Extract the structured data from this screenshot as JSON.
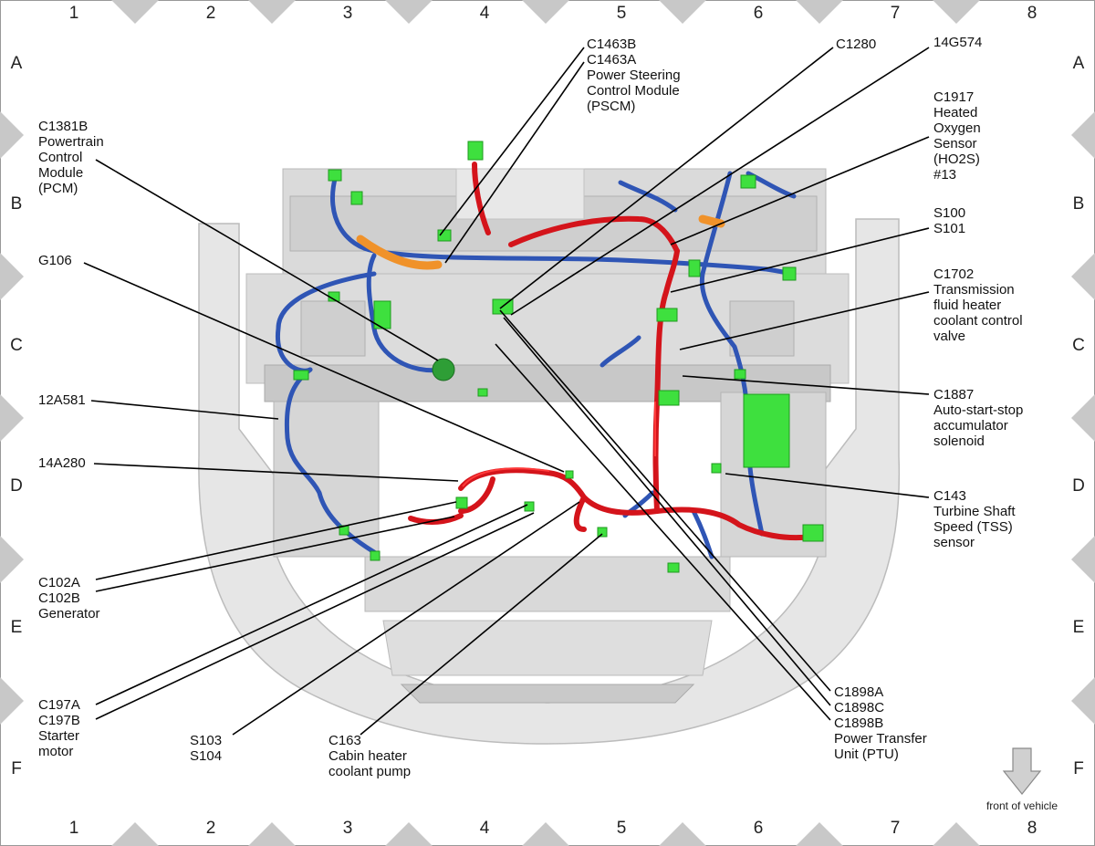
{
  "grid": {
    "columns": [
      "1",
      "2",
      "3",
      "4",
      "5",
      "6",
      "7",
      "8"
    ],
    "rows": [
      "A",
      "B",
      "C",
      "D",
      "E",
      "F"
    ]
  },
  "callouts": {
    "c1463": [
      "C1463B",
      "C1463A",
      "Power Steering",
      "Control Module",
      "(PSCM)"
    ],
    "c1280": [
      "C1280"
    ],
    "g14g574": [
      "14G574"
    ],
    "c1917": [
      "C1917",
      "Heated",
      "Oxygen",
      "Sensor",
      "(HO2S)",
      "#13"
    ],
    "c1381b": [
      "C1381B",
      "Powertrain",
      "Control",
      "Module",
      "(PCM)"
    ],
    "s100": [
      "S100",
      "S101"
    ],
    "g106": [
      "G106"
    ],
    "c1702": [
      "C1702",
      "Transmission",
      "fluid heater",
      "coolant control",
      "valve"
    ],
    "w12a581": [
      "12A581"
    ],
    "c1887": [
      "C1887",
      "Auto-start-stop",
      "accumulator",
      "solenoid"
    ],
    "w14a280": [
      "14A280"
    ],
    "c143": [
      "C143",
      "Turbine Shaft",
      "Speed (TSS)",
      "sensor"
    ],
    "c102": [
      "C102A",
      "C102B",
      "Generator"
    ],
    "c197": [
      "C197A",
      "C197B",
      "Starter",
      "motor"
    ],
    "s103": [
      "S103",
      "S104"
    ],
    "c163": [
      "C163",
      "Cabin heater",
      "coolant pump"
    ],
    "c1898": [
      "C1898A",
      "C1898C",
      "C1898B",
      "Power Transfer",
      "Unit (PTU)"
    ]
  },
  "front_of_vehicle": "front of vehicle",
  "colors": {
    "harness_blue": "#2f55b5",
    "harness_red": "#d4141b",
    "harness_orange": "#f0922a",
    "connector_green": "#3ee03e",
    "body_gray": "#e4e4e4"
  }
}
